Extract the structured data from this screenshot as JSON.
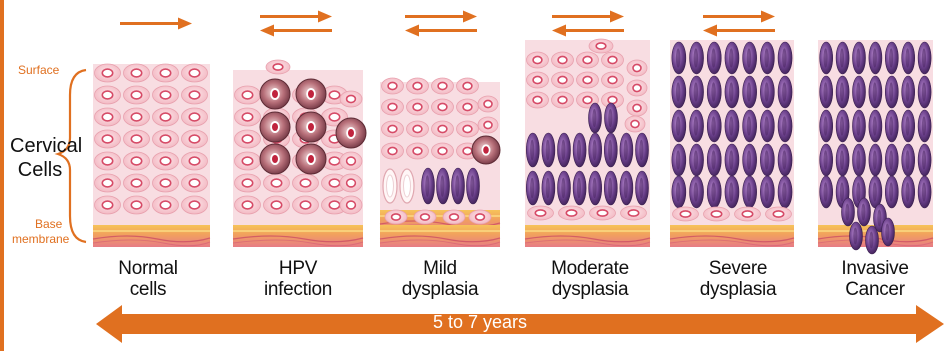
{
  "labels": {
    "surface": "Surface",
    "cervical": "Cervical Cells",
    "base_line1": "Base",
    "base_line2": "membrane",
    "timeline": "5 to 7 years"
  },
  "stages": [
    {
      "id": "normal",
      "line1": "Normal",
      "line2": "cells"
    },
    {
      "id": "hpv",
      "line1": "HPV",
      "line2": "infection"
    },
    {
      "id": "mild",
      "line1": "Mild",
      "line2": "dysplasia"
    },
    {
      "id": "moderate",
      "line1": "Moderate",
      "line2": "dysplasia"
    },
    {
      "id": "severe",
      "line1": "Severe",
      "line2": "dysplasia"
    },
    {
      "id": "invasive",
      "line1": "Invasive",
      "line2": "Cancer"
    }
  ],
  "colors": {
    "accent": "#e07020",
    "normal_cell": "#f6c7cf",
    "normal_nucleus": "#d64b67",
    "infected_cell": "#8e4a55",
    "abnormal_cell": "#6a3f8a",
    "tissue_bg": "#f8dde2",
    "membrane": "#f0b24c"
  }
}
